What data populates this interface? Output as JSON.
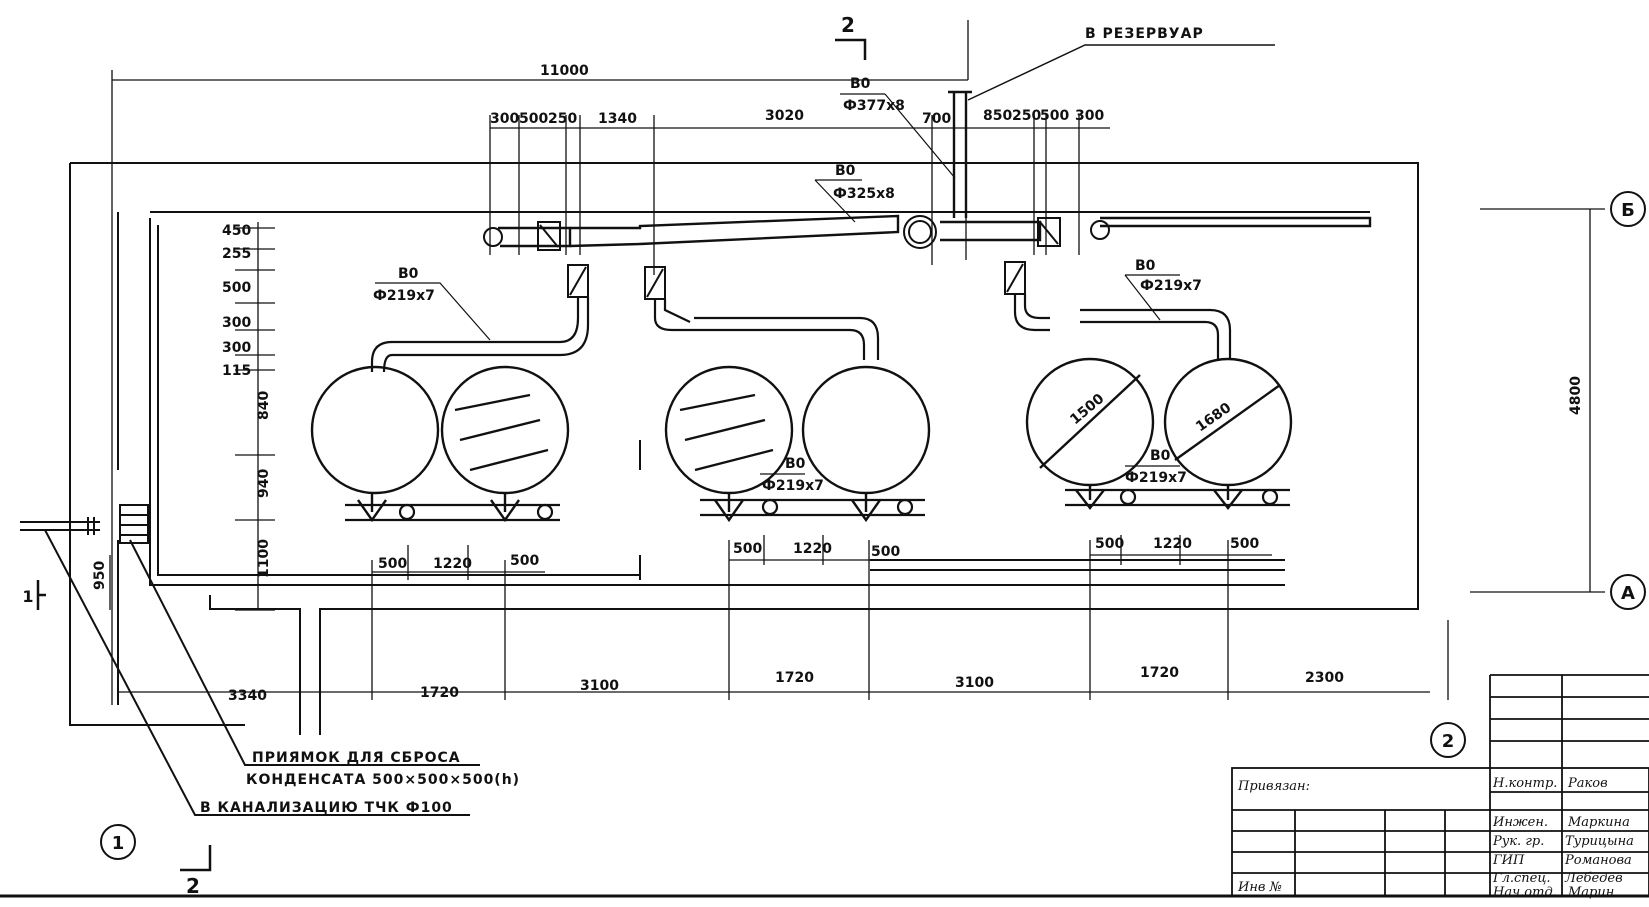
{
  "section_marks": {
    "top": "2",
    "bottom": "2",
    "left": "1"
  },
  "axes": {
    "row_b": "Б",
    "row_a": "А",
    "col_1": "1",
    "col_2": "2"
  },
  "top_dims": {
    "overall": "11000",
    "left": [
      "300",
      "500",
      "250",
      "1340"
    ],
    "mid": "3020",
    "right": [
      "700",
      "850",
      "250",
      "500",
      "300"
    ]
  },
  "right_dim": "4800",
  "left_dims": [
    "450",
    "255",
    "500",
    "300",
    "300",
    "115",
    "840",
    "940",
    "1100"
  ],
  "aux_dim": "950",
  "bottom_dims": [
    "3340",
    "1720",
    "3100",
    "1720",
    "3100",
    "1720",
    "2300"
  ],
  "tank_dims": [
    "500",
    "1220",
    "500"
  ],
  "pipes": {
    "main": {
      "code": "В0",
      "size": "Ф377х8"
    },
    "collector": {
      "code": "В0",
      "size": "Ф325х8"
    },
    "branch": {
      "code": "В0",
      "size": "Ф219х7"
    }
  },
  "diameters": {
    "d1": "1500",
    "d2": "1680"
  },
  "callouts": {
    "reservoir": "В РЕЗЕРВУАР",
    "pit_line1": "ПРИЯМОК ДЛЯ СБРОСА",
    "pit_line2": "КОНДЕНСАТА 500×500×500(h)",
    "sewer": "В КАНАЛИЗАЦИЮ ТЧК Ф100"
  },
  "title_block": {
    "linked": "Привязан:",
    "inv": "Инв №",
    "roles": [
      "Н.контр.",
      "Инжен.",
      "Рук. гр.",
      "ГИП",
      "Гл.спец.",
      "Нач.отд."
    ],
    "names": [
      "Раков",
      "Маркина",
      "Турицына",
      "Романова",
      "Лебедев",
      "Марин"
    ]
  }
}
